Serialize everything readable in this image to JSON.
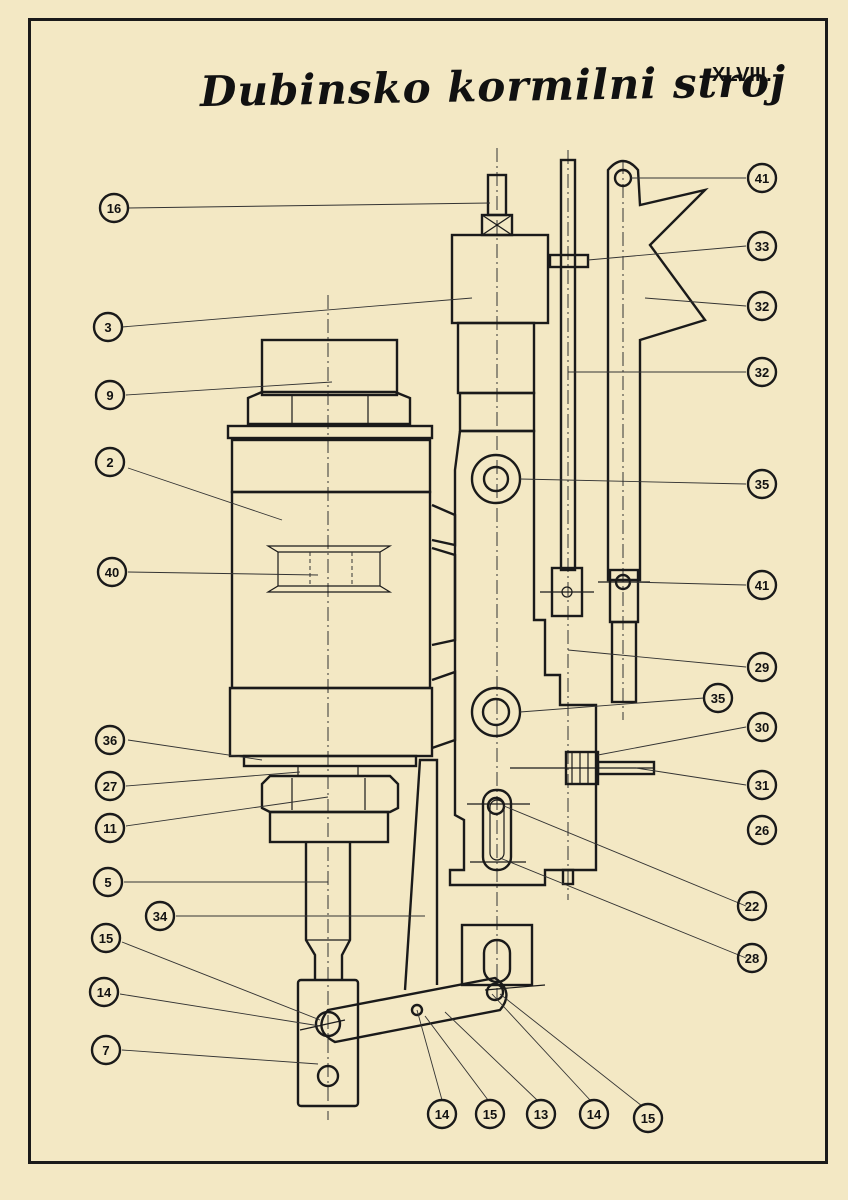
{
  "title": "Dubinsko kormilni stroj",
  "plate_number": "XLVIII.",
  "callouts": [
    {
      "label": "16"
    },
    {
      "label": "3"
    },
    {
      "label": "9"
    },
    {
      "label": "2"
    },
    {
      "label": "40"
    },
    {
      "label": "36"
    },
    {
      "label": "27"
    },
    {
      "label": "11"
    },
    {
      "label": "5"
    },
    {
      "label": "34"
    },
    {
      "label": "15"
    },
    {
      "label": "14"
    },
    {
      "label": "7"
    },
    {
      "label": "41"
    },
    {
      "label": "33"
    },
    {
      "label": "32"
    },
    {
      "label": "32"
    },
    {
      "label": "35"
    },
    {
      "label": "41"
    },
    {
      "label": "29"
    },
    {
      "label": "35"
    },
    {
      "label": "30"
    },
    {
      "label": "31"
    },
    {
      "label": "26"
    },
    {
      "label": "22"
    },
    {
      "label": "28"
    },
    {
      "label": "14"
    },
    {
      "label": "15"
    },
    {
      "label": "13"
    },
    {
      "label": "14"
    },
    {
      "label": "15"
    }
  ],
  "colors": {
    "paper": "#f3e8c4",
    "ink": "#1a1a1a"
  }
}
